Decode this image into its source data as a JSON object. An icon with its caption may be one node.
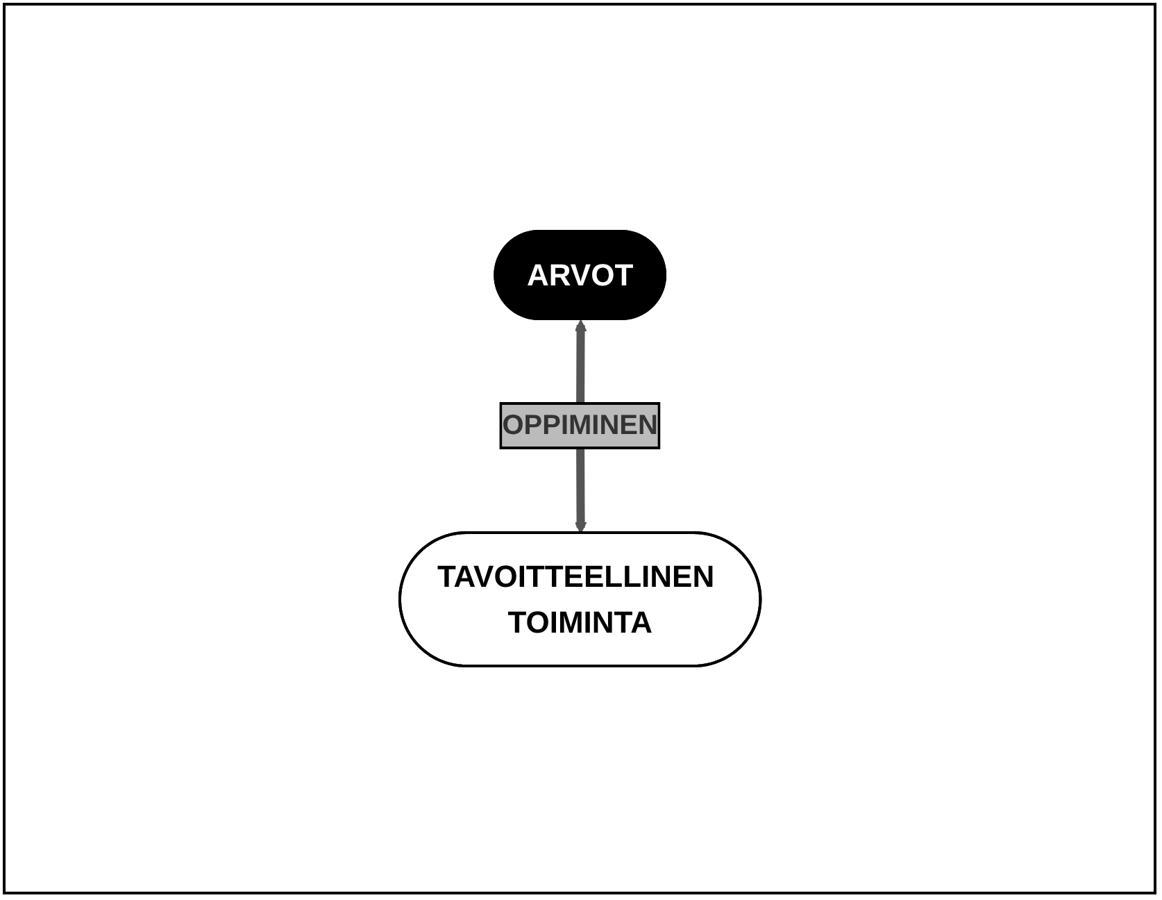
{
  "diagram": {
    "nodes": [
      {
        "text": [
          "ARVOT"
        ]
      },
      {
        "text": [
          "TAVOITTEELLINEN TOIMINTA"
        ]
      }
    ],
    "edges": [
      {
        "from": 0,
        "to": 1,
        "arrow": "both",
        "label": "OPPIMINEN"
      }
    ]
  }
}
